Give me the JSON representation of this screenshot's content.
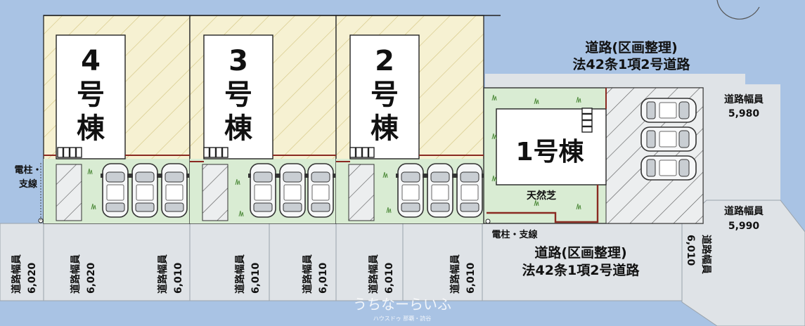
{
  "houses": [
    {
      "id": "4",
      "label_num": "4",
      "label_go": "号",
      "label_to": "棟"
    },
    {
      "id": "3",
      "label_num": "3",
      "label_go": "号",
      "label_to": "棟"
    },
    {
      "id": "2",
      "label_num": "2",
      "label_go": "号",
      "label_to": "棟"
    },
    {
      "id": "1",
      "label": "1号棟"
    }
  ],
  "road_top": {
    "line1": "道路(区画整理)",
    "line2": "法42条1項2号道路"
  },
  "road_bottom": {
    "line1": "道路(区画整理)",
    "line2": "法42条1項2号道路"
  },
  "road_widths": {
    "right_top": {
      "title": "道路幅員",
      "value": "5,980"
    },
    "right_mid": {
      "title": "道路幅員",
      "value": "5,990"
    },
    "right_vertical": {
      "title": "道路幅員",
      "value": "6,010"
    },
    "bottom_1": {
      "title": "道路幅員",
      "value": "6,020"
    },
    "bottom_2": {
      "title": "道路幅員",
      "value": "6,020"
    },
    "bottom_3": {
      "title": "道路幅員",
      "value": "6,010"
    },
    "bottom_4": {
      "title": "道路幅員",
      "value": "6,010"
    },
    "bottom_5": {
      "title": "道路幅員",
      "value": "6,010"
    },
    "bottom_6": {
      "title": "道路幅員",
      "value": "6,010"
    },
    "bottom_7": {
      "title": "道路幅員",
      "value": "6,010"
    }
  },
  "pole_left": {
    "line1": "電柱・",
    "line2": "支線"
  },
  "pole_bottom": "電柱・支線",
  "lawn": "天然芝",
  "watermark": {
    "line1": "うちなーらいふ",
    "line2": "ハウスドゥ 那覇・読谷"
  },
  "colors": {
    "background": "#a9c3e4",
    "road": "#dfe3e7",
    "lot_hatch": "#f3eec9",
    "lawn": "#d9ecd3",
    "parking": "#e9ecee",
    "boundary": "#8a2a22"
  },
  "icons": [
    "car-icon",
    "stair-icon",
    "utility-pole-icon",
    "grass-tuft-icon"
  ]
}
